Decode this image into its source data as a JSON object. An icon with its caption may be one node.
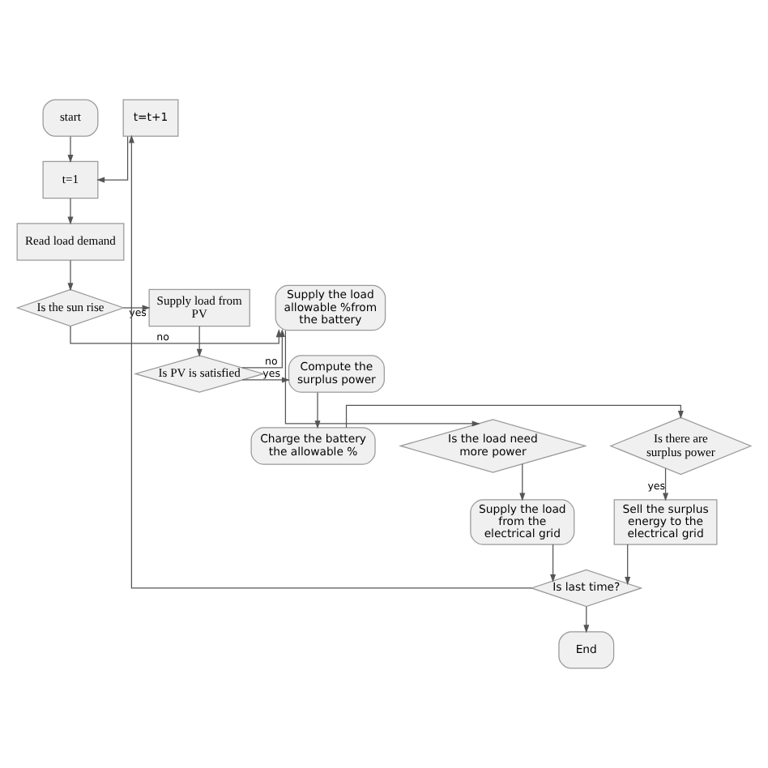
{
  "diagram": {
    "nodes": [
      {
        "text": [
          "start"
        ]
      },
      {
        "text": [
          "t=1"
        ]
      },
      {
        "text": [
          "Read load demand"
        ]
      },
      {
        "text": [
          "Is the sun rise"
        ]
      },
      {
        "text": [
          "Supply load from PV"
        ]
      },
      {
        "text": [
          "Supply the load allowable %from the battery"
        ]
      },
      {
        "text": [
          "Is PV is satisfied"
        ]
      },
      {
        "text": [
          "Compute the surplus power"
        ]
      },
      {
        "text": [
          "Is the load need more power"
        ]
      },
      {
        "text": [
          "Charge the battery the allowable %"
        ]
      },
      {
        "text": [
          "Is there are surplus power"
        ]
      },
      {
        "text": [
          "Supply the load from the electrical grid"
        ]
      },
      {
        "text": [
          "Sell the surplus energy to the electrical grid"
        ]
      },
      {
        "text": [
          "Is last time?"
        ]
      },
      {
        "text": [
          "End"
        ]
      },
      {
        "text": [
          "t=t+1"
        ]
      }
    ],
    "edges": [
      {
        "from": 0,
        "to": 1,
        "arrow": "to"
      },
      {
        "from": 1,
        "to": 2,
        "arrow": "to"
      },
      {
        "from": 2,
        "to": 3,
        "arrow": "to"
      },
      {
        "from": 3,
        "to": 4,
        "arrow": "to",
        "label": "yes"
      },
      {
        "from": 3,
        "to": 5,
        "arrow": "to",
        "label": "no"
      },
      {
        "from": 4,
        "to": 6,
        "arrow": "to"
      },
      {
        "from": 6,
        "to": 7,
        "arrow": "to",
        "label": "yes"
      },
      {
        "from": 6,
        "to": 5,
        "arrow": "to",
        "label": "no"
      },
      {
        "from": 5,
        "to": 8,
        "arrow": "to"
      },
      {
        "from": 7,
        "to": 9,
        "arrow": "to"
      },
      {
        "from": 8,
        "to": 11,
        "arrow": "to"
      },
      {
        "from": 9,
        "to": 10,
        "arrow": "to"
      },
      {
        "from": 10,
        "to": 12,
        "arrow": "to",
        "label": "yes"
      },
      {
        "from": 12,
        "to": 13,
        "arrow": "to"
      },
      {
        "from": 11,
        "to": 13,
        "arrow": "to"
      },
      {
        "from": 13,
        "to": 14,
        "arrow": "to"
      },
      {
        "from": 13,
        "to": 15,
        "arrow": "to"
      },
      {
        "from": 15,
        "to": 1,
        "arrow": "to"
      }
    ]
  }
}
